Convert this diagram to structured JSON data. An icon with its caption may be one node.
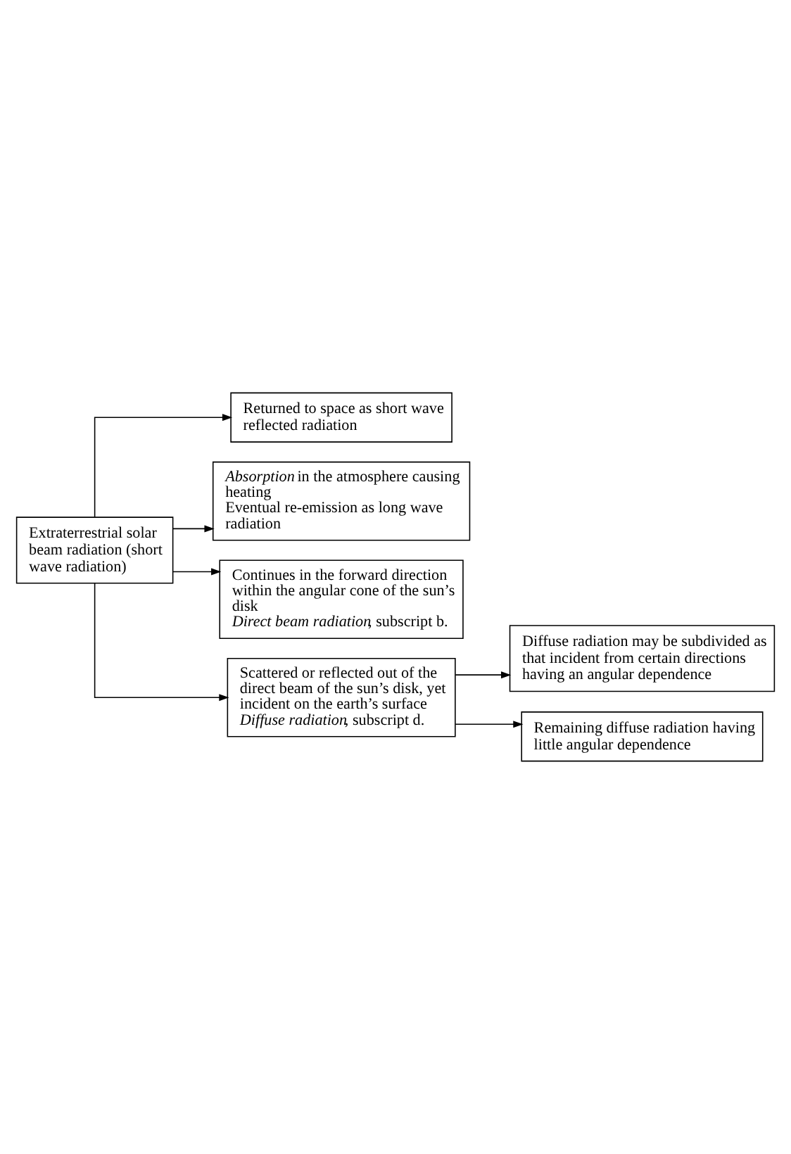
{
  "diagram": {
    "nodes": [
      {
        "text": [
          "Extraterrestrial solar beam radiation (short wave radiation)"
        ]
      },
      {
        "text": [
          "Returned to space as short wave reflected radiation"
        ]
      },
      {
        "text": [
          "*Absorption* in the atmosphere causing heating",
          "Eventual re-emission as long wave radiation"
        ]
      },
      {
        "text": [
          "Continues in the forward direction within the angular cone of the sun’s disk",
          "*Direct beam radiation*, subscript b."
        ]
      },
      {
        "text": [
          "Scattered or reflected out of the direct beam of the sun’s disk, yet incident on the earth’s surface",
          "*Diffuse radiation*, subscript d."
        ]
      },
      {
        "text": [
          "Diffuse radiation may be subdivided as that incident from certain directions having an angular dependence"
        ]
      },
      {
        "text": [
          "Remaining diffuse radiation having little angular dependence"
        ]
      }
    ],
    "edges": [
      {
        "from": 0,
        "to": 1,
        "arrow": "to"
      },
      {
        "from": 0,
        "to": 2,
        "arrow": "to"
      },
      {
        "from": 0,
        "to": 3,
        "arrow": "to"
      },
      {
        "from": 0,
        "to": 4,
        "arrow": "to"
      },
      {
        "from": 4,
        "to": 5,
        "arrow": "to"
      },
      {
        "from": 4,
        "to": 6,
        "arrow": "to"
      }
    ]
  }
}
